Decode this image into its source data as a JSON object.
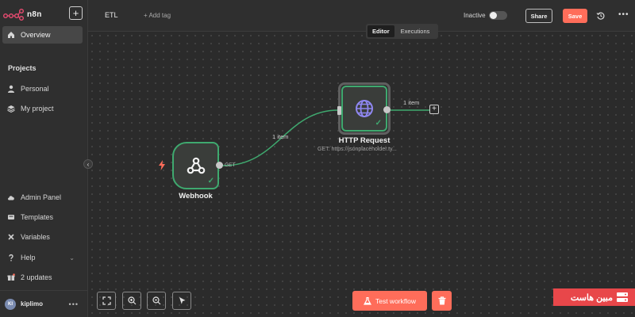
{
  "app": {
    "brand": "n8n"
  },
  "sidebar": {
    "overview": "Overview",
    "projects_title": "Projects",
    "personal": "Personal",
    "my_project": "My project",
    "admin_panel": "Admin Panel",
    "templates": "Templates",
    "variables": "Variables",
    "help": "Help",
    "updates": "2 updates",
    "user": {
      "initials": "KI",
      "name": "kiplimo"
    }
  },
  "header": {
    "workflow_name": "ETL",
    "add_tag": "+ Add tag",
    "active_label": "Inactive",
    "active": false,
    "share_label": "Share",
    "save_label": "Save"
  },
  "view_tabs": {
    "editor": "Editor",
    "executions": "Executions",
    "selected": "Editor"
  },
  "canvas": {
    "nodes": {
      "webhook": {
        "title": "Webhook",
        "port_label": "GET",
        "status": "success"
      },
      "http": {
        "title": "HTTP Request",
        "subtitle": "GET: https://jsonplaceholder.ty...",
        "status": "success"
      }
    },
    "edges": [
      {
        "from": "Webhook",
        "to": "HTTP Request",
        "label": "1 item"
      },
      {
        "from": "HTTP Request",
        "to": "add-node",
        "label": "1 item"
      }
    ],
    "test_button": "Test workflow"
  },
  "watermark": {
    "text": "مبین هاست"
  },
  "colors": {
    "accent": "#ff6d5a",
    "success": "#3fa96f",
    "http_icon": "#8f87f1"
  }
}
